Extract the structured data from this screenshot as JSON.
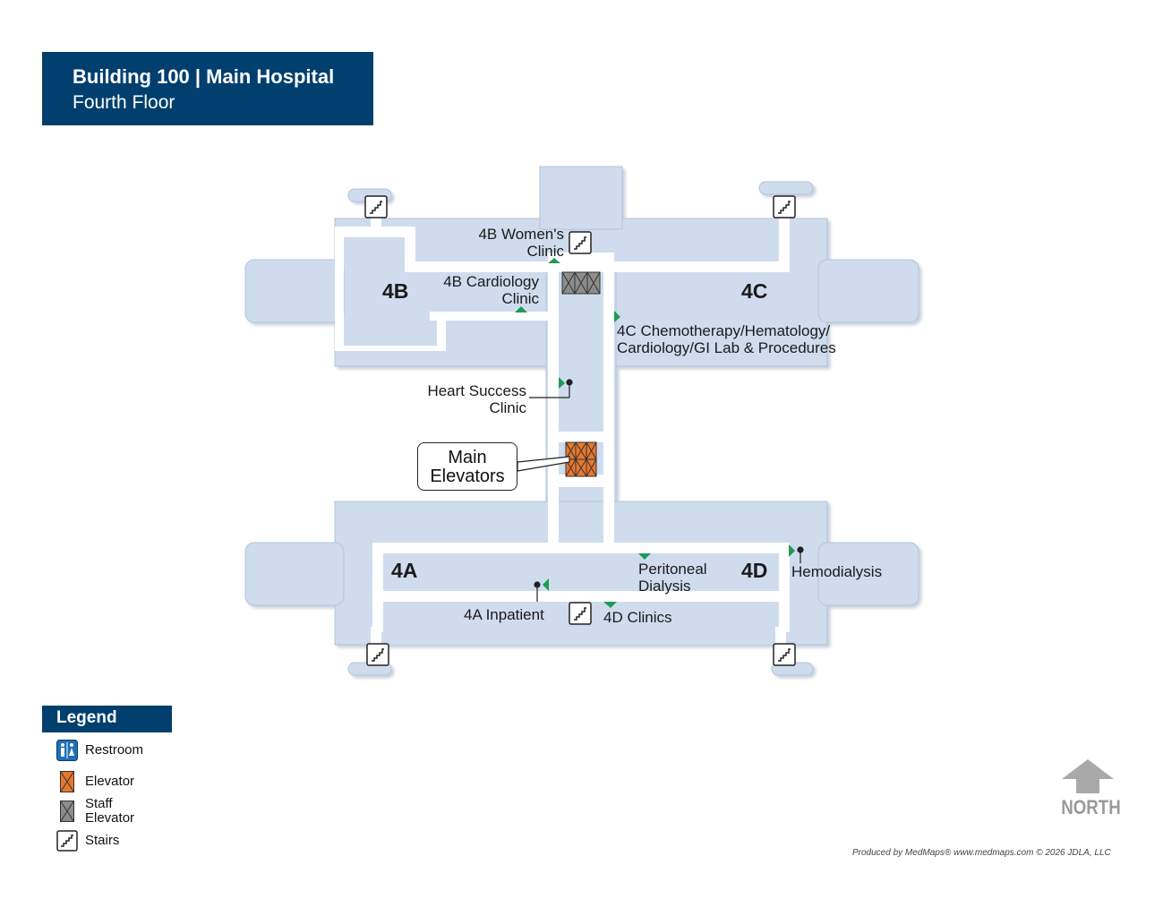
{
  "header": {
    "title": "Building 100 | Main Hospital",
    "subtitle": "Fourth Floor"
  },
  "wings": {
    "a": "4A",
    "b": "4B",
    "c": "4C",
    "d": "4D"
  },
  "labels": {
    "womens_clinic_l1": "4B Women's",
    "womens_clinic_l2": "Clinic",
    "cardiology_l1": "4B Cardiology",
    "cardiology_l2": "Clinic",
    "chemo_l1": "4C Chemotherapy/Hematology/",
    "chemo_l2": "Cardiology/GI Lab & Procedures",
    "heart_l1": "Heart Success",
    "heart_l2": "Clinic",
    "peritoneal_l1": "Peritoneal",
    "peritoneal_l2": "Dialysis",
    "hemodialysis": "Hemodialysis",
    "inpatient": "4A Inpatient",
    "clinics_4d": "4D Clinics"
  },
  "callout": {
    "line1": "Main",
    "line2": "Elevators"
  },
  "legend": {
    "title": "Legend",
    "restroom": "Restroom",
    "elevator": "Elevator",
    "staff_elevator_l1": "Staff",
    "staff_elevator_l2": "Elevator",
    "stairs": "Stairs"
  },
  "north": "NORTH",
  "credit": "Produced by MedMaps®  www.medmaps.com   © 2026 JDLA, LLC",
  "colors": {
    "header_bg": "#003f6e",
    "room_fill": "#cfdcee",
    "room_edge": "#b3c4d9",
    "corridor": "#ffffff",
    "elevator": "#e8772e",
    "staff_elevator": "#8c8c8c",
    "entrance_marker": "#1f9a55"
  }
}
